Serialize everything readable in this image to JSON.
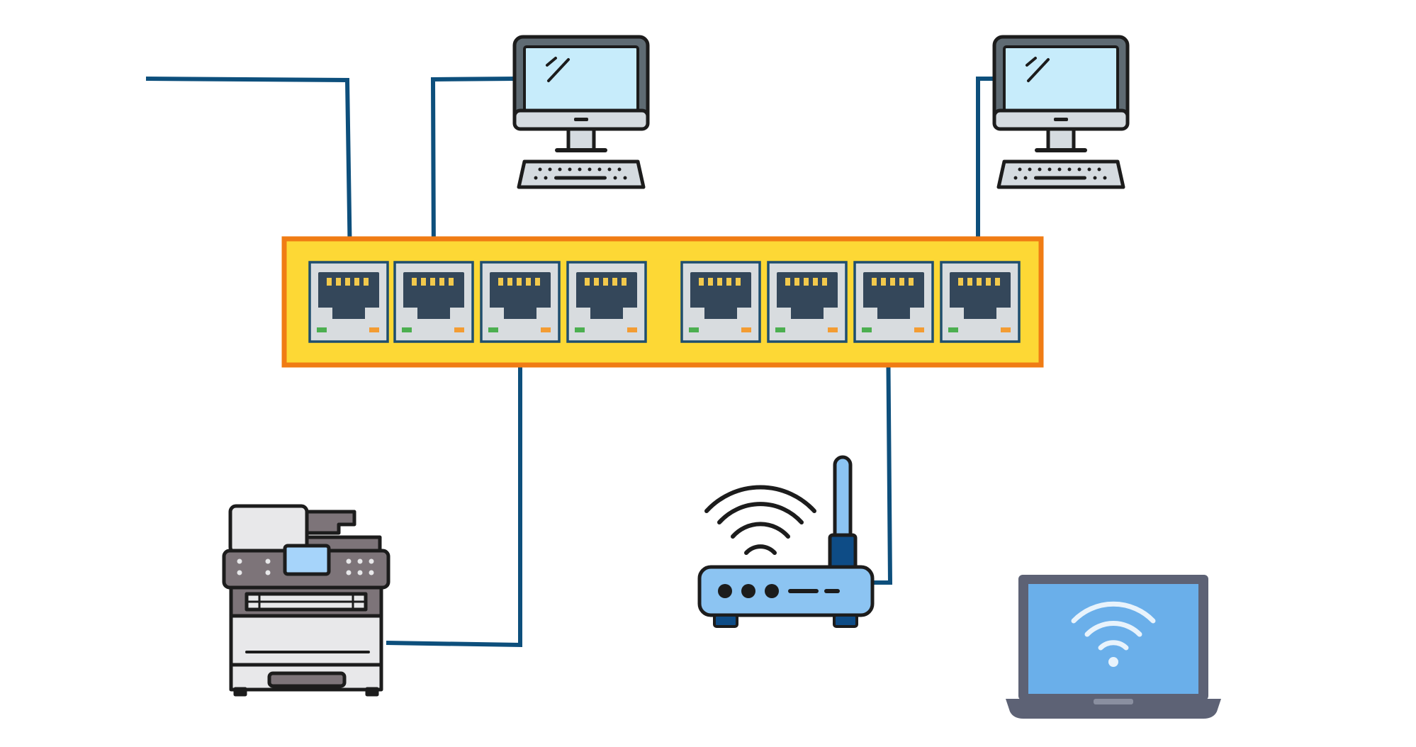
{
  "colors": {
    "background": "#ffffff",
    "cable": "#0d4f7c",
    "switch_body": "#fdd835",
    "switch_border": "#f07c14",
    "port_frame": "#1f4e6e",
    "port_face": "#d8dcdf",
    "jack": "#34475a",
    "pin": "#f2c94c",
    "led_link": "#4caf50",
    "led_activity": "#f39c33",
    "monitor_bezel": "#5f6b73",
    "monitor_screen": "#c7ecfb",
    "monitor_stand": "#d5dbe0",
    "outline": "#1c1c1c",
    "printer_light": "#e8e8ea",
    "printer_dark": "#7d7479",
    "printer_screen": "#a6d4fa",
    "router_body": "#8cc4f2",
    "router_antenna_base": "#0e4c86",
    "laptop_bezel": "#5d6275",
    "laptop_screen": "#6aafea",
    "wifi_glyph": "#e8f3fc"
  },
  "diagram": {
    "switch": {
      "ports_left_group": 4,
      "ports_right_group": 4,
      "connected_ports": [
        1,
        2,
        3,
        7,
        8
      ]
    },
    "devices": [
      {
        "id": "uplink-cable",
        "icon": "cable-end"
      },
      {
        "id": "desktop-1",
        "icon": "desktop-computer-icon"
      },
      {
        "id": "desktop-2",
        "icon": "desktop-computer-icon"
      },
      {
        "id": "printer",
        "icon": "multifunction-printer-icon"
      },
      {
        "id": "router",
        "icon": "wifi-router-icon"
      },
      {
        "id": "laptop",
        "icon": "laptop-wifi-icon"
      }
    ],
    "links": [
      {
        "from": "uplink-cable",
        "to_port": 1
      },
      {
        "from": "desktop-1",
        "to_port": 2
      },
      {
        "from": "printer",
        "to_port": 3
      },
      {
        "from": "router",
        "to_port": 7
      },
      {
        "from": "desktop-2",
        "to_port": 8
      },
      {
        "from": "router",
        "to": "laptop",
        "type": "wireless"
      }
    ]
  }
}
